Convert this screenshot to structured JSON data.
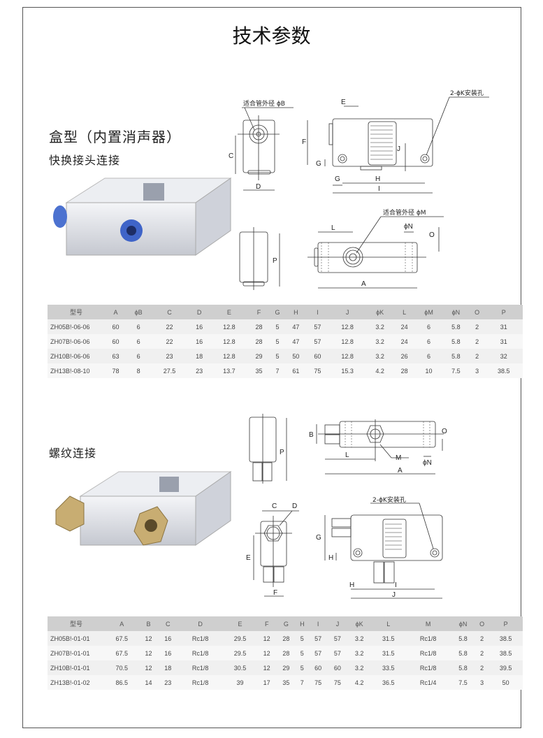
{
  "title": "技术参数",
  "section1": {
    "heading": "盒型（内置消声器）",
    "subheading": "快换接头连接",
    "drawing_labels": {
      "tube_b": "适合管外径 ϕB",
      "e": "E",
      "mount": "2-ϕK安装孔",
      "c": "C",
      "d": "D",
      "f": "F",
      "g1": "G",
      "g2": "G",
      "h": "H",
      "i": "I",
      "j": "J",
      "tube_m": "适合管外径 ϕM",
      "l": "L",
      "n": "ϕN",
      "o": "O",
      "p": "P",
      "a": "A"
    },
    "table": {
      "headers": [
        "型号",
        "A",
        "ϕB",
        "C",
        "D",
        "E",
        "F",
        "G",
        "H",
        "I",
        "J",
        "ϕK",
        "L",
        "ϕM",
        "ϕN",
        "O",
        "P"
      ],
      "rows": [
        [
          "ZH05B!-06-06",
          "60",
          "6",
          "22",
          "16",
          "12.8",
          "28",
          "5",
          "47",
          "57",
          "12.8",
          "3.2",
          "24",
          "6",
          "5.8",
          "2",
          "31"
        ],
        [
          "ZH07B!-06-06",
          "60",
          "6",
          "22",
          "16",
          "12.8",
          "28",
          "5",
          "47",
          "57",
          "12.8",
          "3.2",
          "24",
          "6",
          "5.8",
          "2",
          "31"
        ],
        [
          "ZH10B!-06-06",
          "63",
          "6",
          "23",
          "18",
          "12.8",
          "29",
          "5",
          "50",
          "60",
          "12.8",
          "3.2",
          "26",
          "6",
          "5.8",
          "2",
          "32"
        ],
        [
          "ZH13B!-08-10",
          "78",
          "8",
          "27.5",
          "23",
          "13.7",
          "35",
          "7",
          "61",
          "75",
          "15.3",
          "4.2",
          "28",
          "10",
          "7.5",
          "3",
          "38.5"
        ]
      ]
    }
  },
  "section2": {
    "heading": "螺纹连接",
    "drawing_labels": {
      "p": "P",
      "b": "B",
      "l": "L",
      "m": "M",
      "n": "ϕN",
      "o": "O",
      "a": "A",
      "c": "C",
      "d": "D",
      "e": "E",
      "f": "F",
      "g": "G",
      "h1": "H",
      "mount": "2-ϕK安装孔",
      "h2": "H",
      "i": "I",
      "j": "J"
    },
    "table": {
      "headers": [
        "型号",
        "A",
        "B",
        "C",
        "D",
        "E",
        "F",
        "G",
        "H",
        "I",
        "J",
        "ϕK",
        "L",
        "M",
        "ϕN",
        "O",
        "P"
      ],
      "rows": [
        [
          "ZH05B!-01-01",
          "67.5",
          "12",
          "16",
          "Rc1/8",
          "29.5",
          "12",
          "28",
          "5",
          "57",
          "57",
          "3.2",
          "31.5",
          "Rc1/8",
          "5.8",
          "2",
          "38.5"
        ],
        [
          "ZH07B!-01-01",
          "67.5",
          "12",
          "16",
          "Rc1/8",
          "29.5",
          "12",
          "28",
          "5",
          "57",
          "57",
          "3.2",
          "31.5",
          "Rc1/8",
          "5.8",
          "2",
          "38.5"
        ],
        [
          "ZH10B!-01-01",
          "70.5",
          "12",
          "18",
          "Rc1/8",
          "30.5",
          "12",
          "29",
          "5",
          "60",
          "60",
          "3.2",
          "33.5",
          "Rc1/8",
          "5.8",
          "2",
          "39.5"
        ],
        [
          "ZH13B!-01-02",
          "86.5",
          "14",
          "23",
          "Rc1/8",
          "39",
          "17",
          "35",
          "7",
          "75",
          "75",
          "4.2",
          "36.5",
          "Rc1/4",
          "7.5",
          "3",
          "50"
        ]
      ]
    }
  }
}
